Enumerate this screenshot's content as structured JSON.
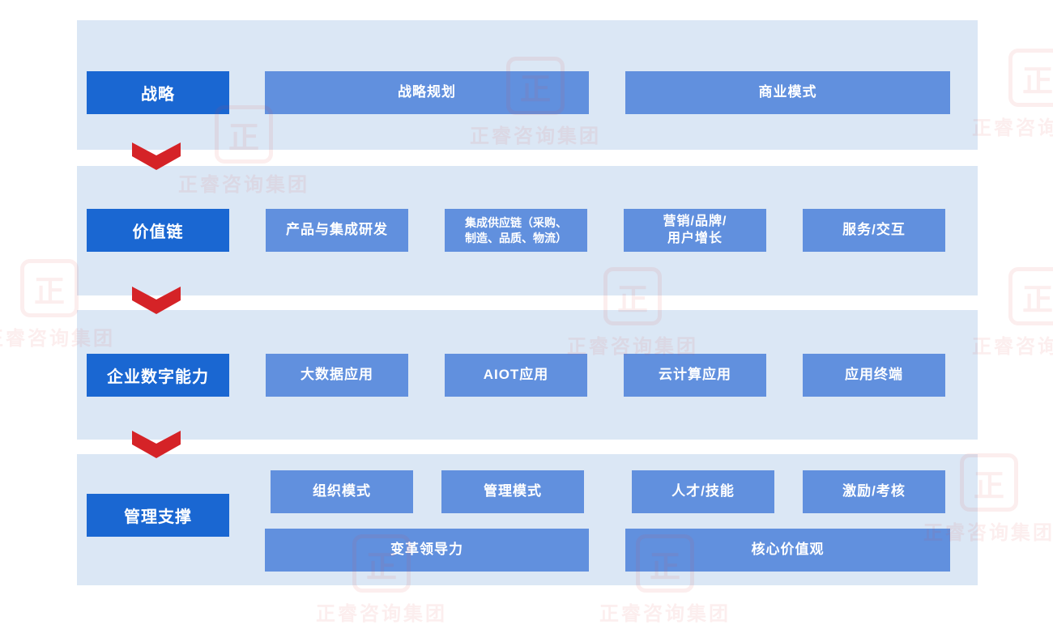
{
  "diagram": {
    "title_hint": "enterprise-digital-capability-framework",
    "colors": {
      "band_bg": "#dbe7f5",
      "label_bg": "#1a67d2",
      "box_bg": "#6190de",
      "arrow": "#d52327",
      "text": "#ffffff",
      "watermark": "#da4646"
    },
    "watermark": {
      "logo_char": "正",
      "text": "正睿咨询集团"
    },
    "rows": [
      {
        "label": "战略",
        "boxes": [
          {
            "text": "战略规划"
          },
          {
            "text": "商业模式"
          }
        ]
      },
      {
        "label": "价值链",
        "boxes": [
          {
            "text": "产品与集成研发"
          },
          {
            "line1": "集成供应链（采购、",
            "line2": "制造、品质、物流）"
          },
          {
            "line1": "营销/品牌/",
            "line2": "用户增长"
          },
          {
            "text": "服务/交互"
          }
        ]
      },
      {
        "label": "企业数字能力",
        "boxes": [
          {
            "text": "大数据应用"
          },
          {
            "text": "AIOT应用"
          },
          {
            "text": "云计算应用"
          },
          {
            "text": "应用终端"
          }
        ]
      },
      {
        "label": "管理支撑",
        "boxes_top": [
          {
            "text": "组织模式"
          },
          {
            "text": "管理模式"
          },
          {
            "text": "人才/技能"
          },
          {
            "text": "激励/考核"
          }
        ],
        "boxes_bottom": [
          {
            "text": "变革领导力"
          },
          {
            "text": "核心价值观"
          }
        ]
      }
    ]
  }
}
